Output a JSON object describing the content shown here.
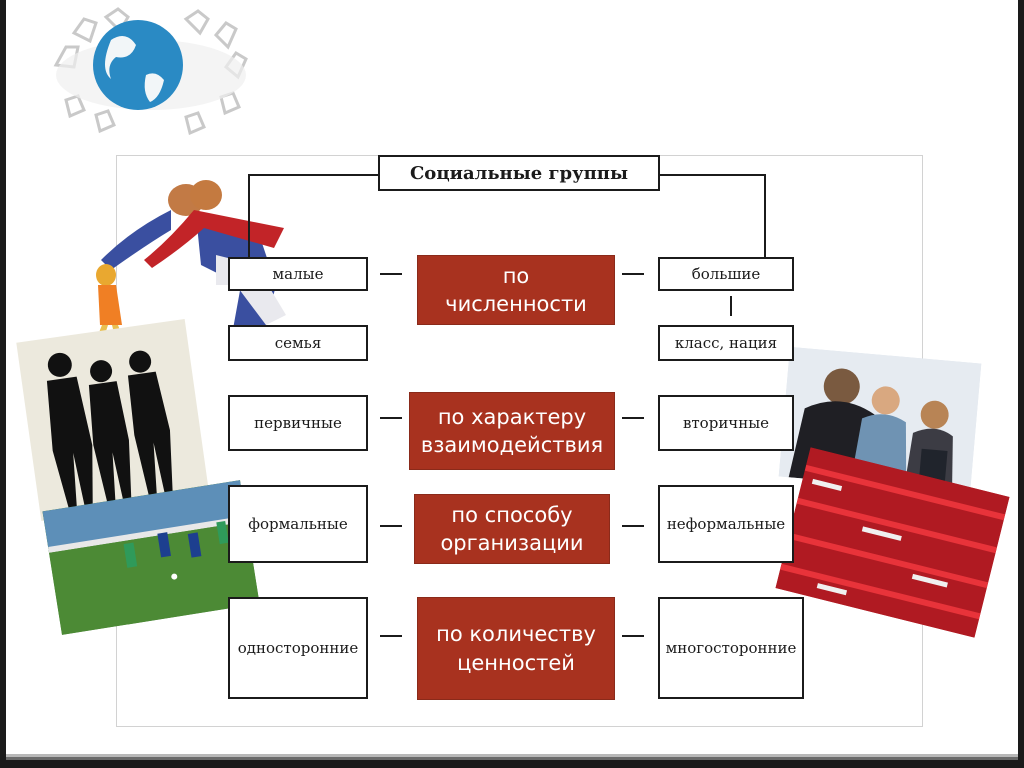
{
  "title": "Социальные группы",
  "rows": [
    {
      "left": "малые",
      "criterion": "по\nчисленности",
      "right": "большие"
    },
    {
      "left": "первичные",
      "criterion": "по характеру\nвзаимодействия",
      "right": "вторичные"
    },
    {
      "left": "формальные",
      "criterion": "по способу\nорганизации",
      "right": "неформальные"
    },
    {
      "left": "односторонние",
      "criterion": "по количеству\nценностей",
      "right": "многосторонние"
    }
  ],
  "examples": {
    "left": "семья",
    "right": "класс, нация"
  },
  "colors": {
    "criterion_fill": "#a8321f",
    "box_border": "#1b1b1b"
  },
  "images": [
    "globe-with-meeting-chairs",
    "family-clipart",
    "silhouettes-photo",
    "football-match-photo",
    "office-meeting-photo",
    "football-fans-photo"
  ]
}
